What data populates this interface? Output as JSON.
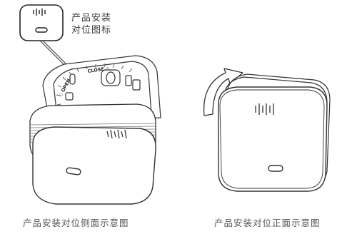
{
  "callout": {
    "line1": "产品安装",
    "line2": "对位图标",
    "icon": "device-logo-icon"
  },
  "base": {
    "close_label": "CLOSE",
    "open_label": "OPEN"
  },
  "captions": {
    "left": "产品安装对位侧面示意图",
    "right": "产品安装对位正面示意图"
  },
  "icons": [
    "device-logo-icon",
    "indicator-slot-icon",
    "rotate-arrow-icon"
  ]
}
